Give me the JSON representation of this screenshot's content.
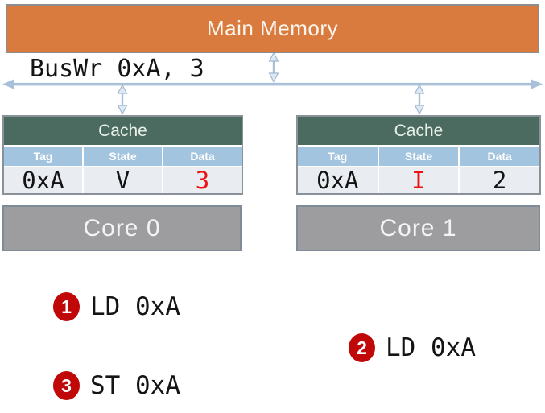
{
  "memory": {
    "label": "Main Memory"
  },
  "bus": {
    "label": "BusWr 0xA, 3"
  },
  "caches": [
    {
      "title": "Cache",
      "columns": [
        "Tag",
        "State",
        "Data"
      ],
      "row": {
        "tag": "0xA",
        "state": "V",
        "data": "3"
      },
      "highlighted_cell": "data"
    },
    {
      "title": "Cache",
      "columns": [
        "Tag",
        "State",
        "Data"
      ],
      "row": {
        "tag": "0xA",
        "state": "I",
        "data": "2"
      },
      "highlighted_cell": "state"
    }
  ],
  "cores": [
    {
      "label": "Core 0"
    },
    {
      "label": "Core 1"
    }
  ],
  "events": [
    {
      "number": "1",
      "label": "LD 0xA"
    },
    {
      "number": "2",
      "label": "LD 0xA"
    },
    {
      "number": "3",
      "label": "ST 0xA"
    }
  ],
  "colors": {
    "memory_fill": "#d97b3f",
    "cache_header_fill": "#4c6b60",
    "column_header_fill": "#a2c4de",
    "row_fill": "#e9edf1",
    "core_fill": "#9d9da0",
    "core_border": "#7e8c9a",
    "bus_line": "#a9c1d8",
    "accent_red": "#ee1111",
    "badge_red": "#c00808"
  }
}
